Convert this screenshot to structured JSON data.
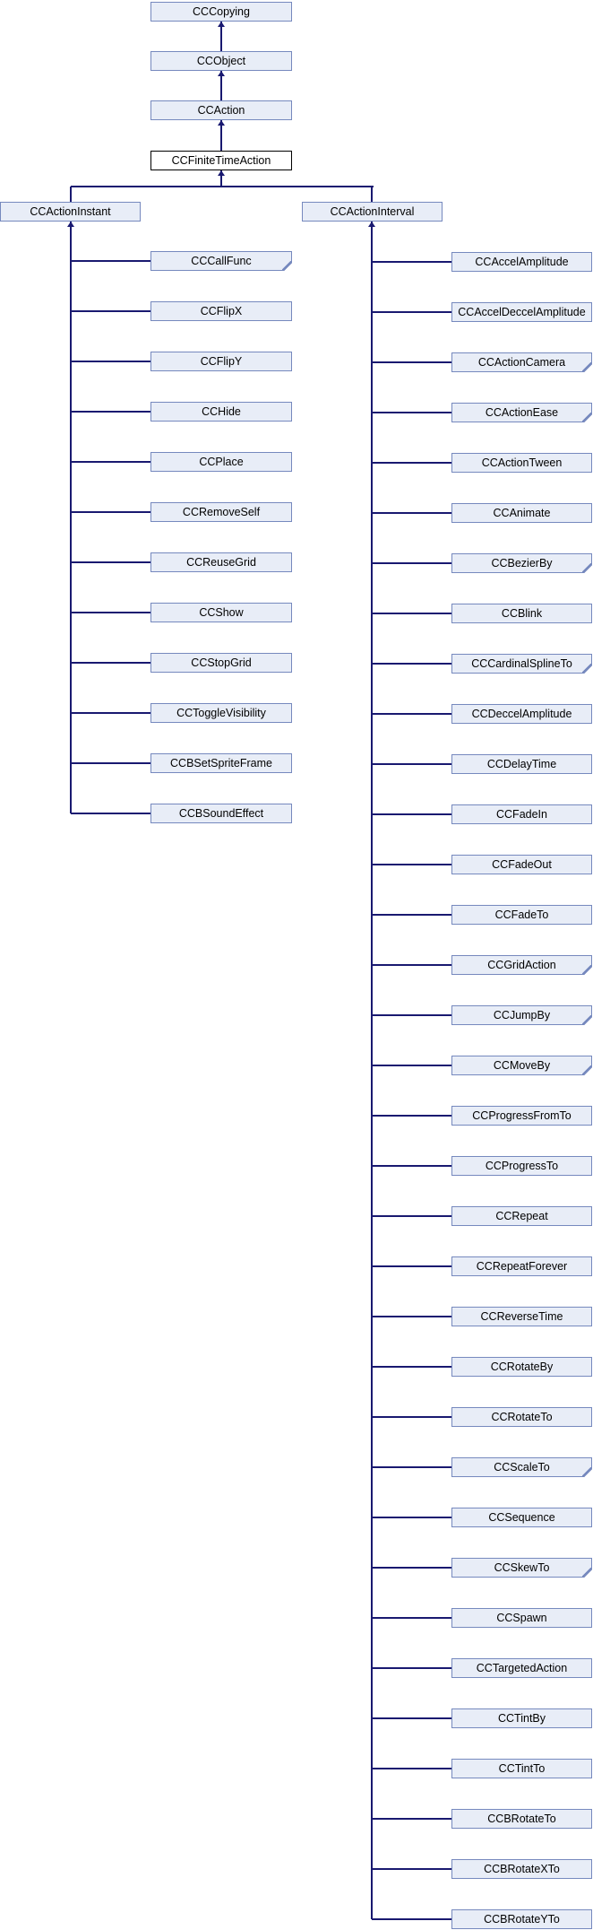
{
  "colors": {
    "node_fill": "#e8edf7",
    "node_border": "#7689be",
    "edge": "#191970",
    "highlight_border": "#000000",
    "text": "#000000",
    "background": "#ffffff"
  },
  "diagram": {
    "type": "class-inheritance-graph",
    "root_chain": [
      {
        "label": "CCCopying"
      },
      {
        "label": "CCObject"
      },
      {
        "label": "CCAction"
      },
      {
        "label": "CCFiniteTimeAction",
        "highlighted": true
      }
    ],
    "branches": [
      {
        "label": "CCActionInstant",
        "children": [
          {
            "label": "CCCallFunc",
            "has_derived": true
          },
          {
            "label": "CCFlipX"
          },
          {
            "label": "CCFlipY"
          },
          {
            "label": "CCHide"
          },
          {
            "label": "CCPlace"
          },
          {
            "label": "CCRemoveSelf"
          },
          {
            "label": "CCReuseGrid"
          },
          {
            "label": "CCShow"
          },
          {
            "label": "CCStopGrid"
          },
          {
            "label": "CCToggleVisibility"
          },
          {
            "label": "CCBSetSpriteFrame"
          },
          {
            "label": "CCBSoundEffect"
          }
        ]
      },
      {
        "label": "CCActionInterval",
        "children": [
          {
            "label": "CCAccelAmplitude"
          },
          {
            "label": "CCAccelDeccelAmplitude"
          },
          {
            "label": "CCActionCamera",
            "has_derived": true
          },
          {
            "label": "CCActionEase",
            "has_derived": true
          },
          {
            "label": "CCActionTween"
          },
          {
            "label": "CCAnimate"
          },
          {
            "label": "CCBezierBy",
            "has_derived": true
          },
          {
            "label": "CCBlink"
          },
          {
            "label": "CCCardinalSplineTo",
            "has_derived": true
          },
          {
            "label": "CCDeccelAmplitude"
          },
          {
            "label": "CCDelayTime"
          },
          {
            "label": "CCFadeIn"
          },
          {
            "label": "CCFadeOut"
          },
          {
            "label": "CCFadeTo"
          },
          {
            "label": "CCGridAction",
            "has_derived": true
          },
          {
            "label": "CCJumpBy",
            "has_derived": true
          },
          {
            "label": "CCMoveBy",
            "has_derived": true
          },
          {
            "label": "CCProgressFromTo"
          },
          {
            "label": "CCProgressTo"
          },
          {
            "label": "CCRepeat"
          },
          {
            "label": "CCRepeatForever"
          },
          {
            "label": "CCReverseTime"
          },
          {
            "label": "CCRotateBy"
          },
          {
            "label": "CCRotateTo"
          },
          {
            "label": "CCScaleTo",
            "has_derived": true
          },
          {
            "label": "CCSequence"
          },
          {
            "label": "CCSkewTo",
            "has_derived": true
          },
          {
            "label": "CCSpawn"
          },
          {
            "label": "CCTargetedAction"
          },
          {
            "label": "CCTintBy"
          },
          {
            "label": "CCTintTo"
          },
          {
            "label": "CCBRotateTo"
          },
          {
            "label": "CCBRotateXTo"
          },
          {
            "label": "CCBRotateYTo"
          }
        ]
      }
    ]
  }
}
